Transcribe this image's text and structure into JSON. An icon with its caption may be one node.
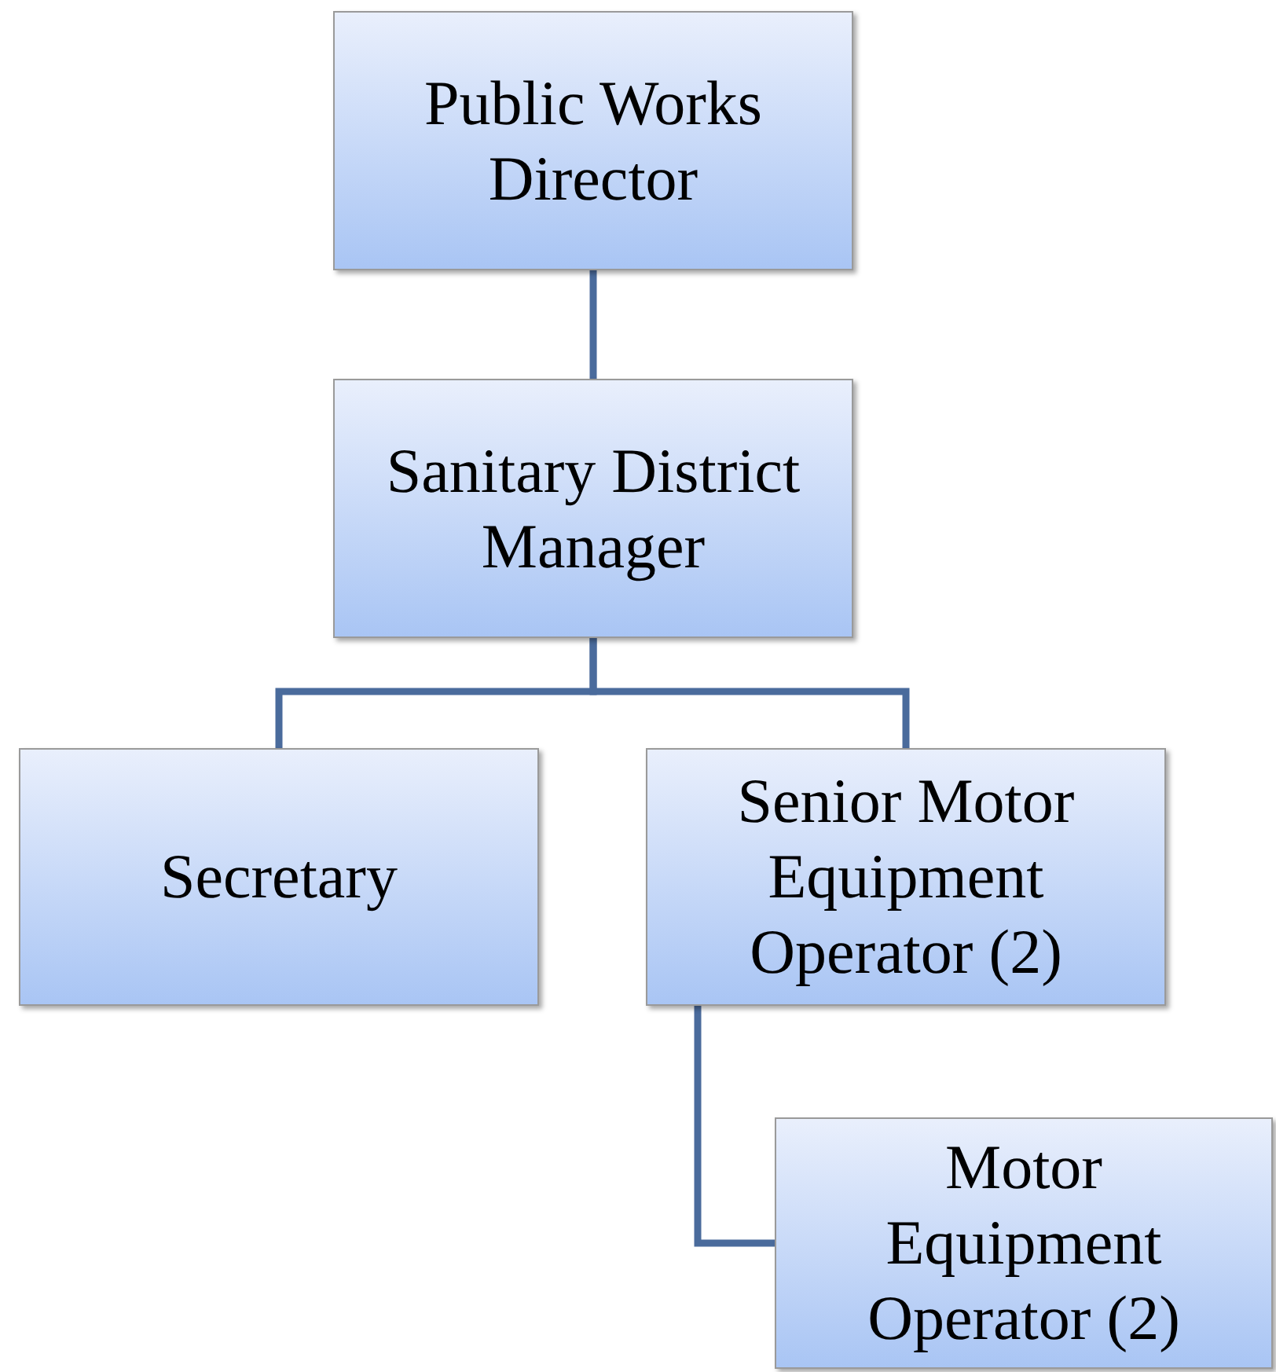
{
  "diagram": {
    "nodes": [
      {
        "text": [
          "Public Works Director"
        ]
      },
      {
        "text": [
          "Sanitary District Manager"
        ]
      },
      {
        "text": [
          "Secretary"
        ]
      },
      {
        "text": [
          "Senior Motor Equipment Operator (2)"
        ]
      },
      {
        "text": [
          "Motor Equipment Operator (2)"
        ]
      }
    ],
    "edges": [
      {
        "from": 0,
        "to": 1,
        "arrow": "none"
      },
      {
        "from": 1,
        "to": 2,
        "arrow": "none"
      },
      {
        "from": 1,
        "to": 3,
        "arrow": "none"
      },
      {
        "from": 3,
        "to": 4,
        "arrow": "none"
      }
    ]
  }
}
